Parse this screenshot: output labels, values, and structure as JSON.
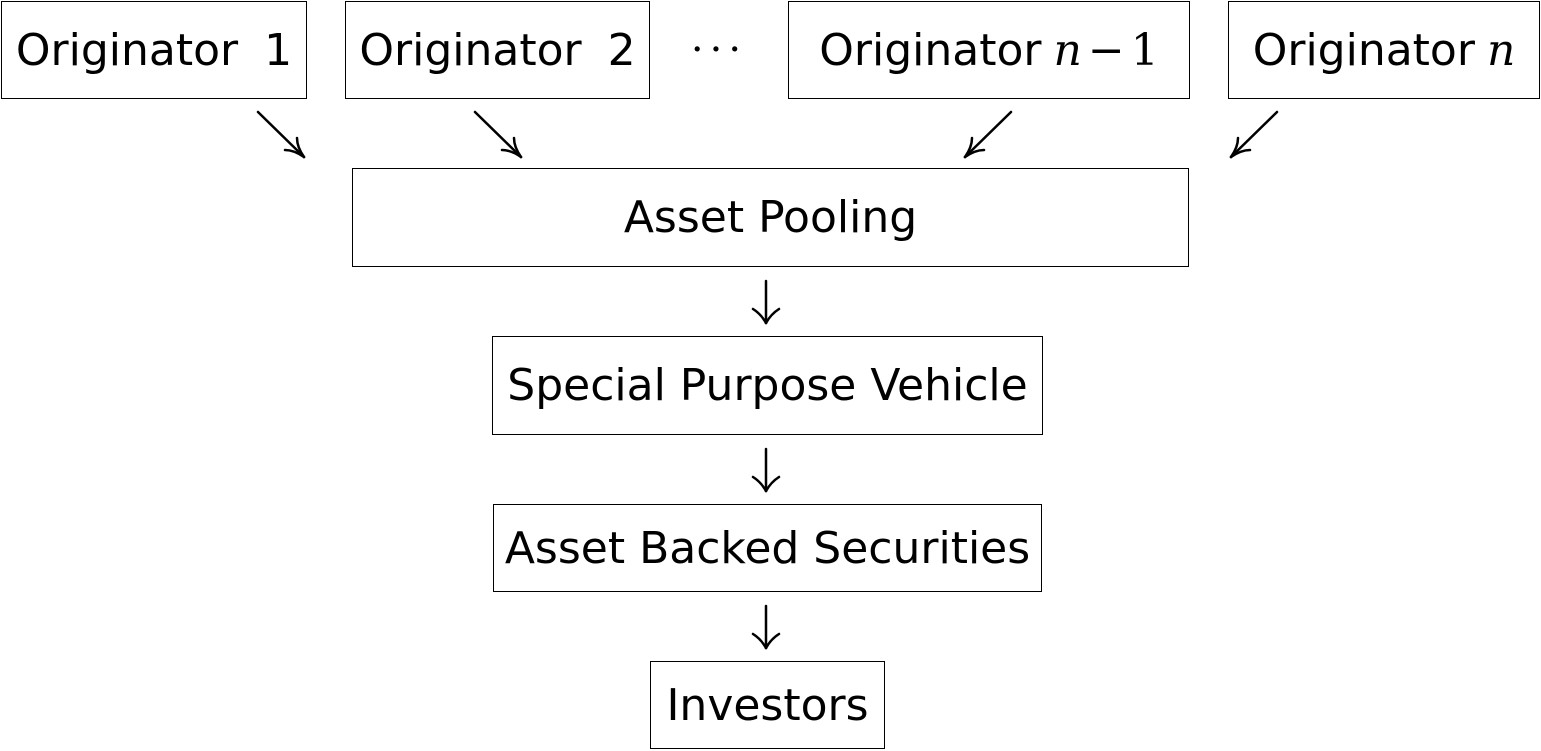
{
  "diagram": {
    "originators": [
      {
        "text": "Originator",
        "num": "1"
      },
      {
        "text": "Originator",
        "num": "2"
      },
      {
        "text": "Originator",
        "var": "n",
        "minus": "−",
        "num": "1"
      },
      {
        "text": "Originator",
        "var": "n"
      }
    ],
    "ellipsis": "···",
    "asset_pooling": "Asset Pooling",
    "spv": "Special Purpose Vehicle",
    "abs": "Asset Backed Securities",
    "investors": "Investors"
  }
}
